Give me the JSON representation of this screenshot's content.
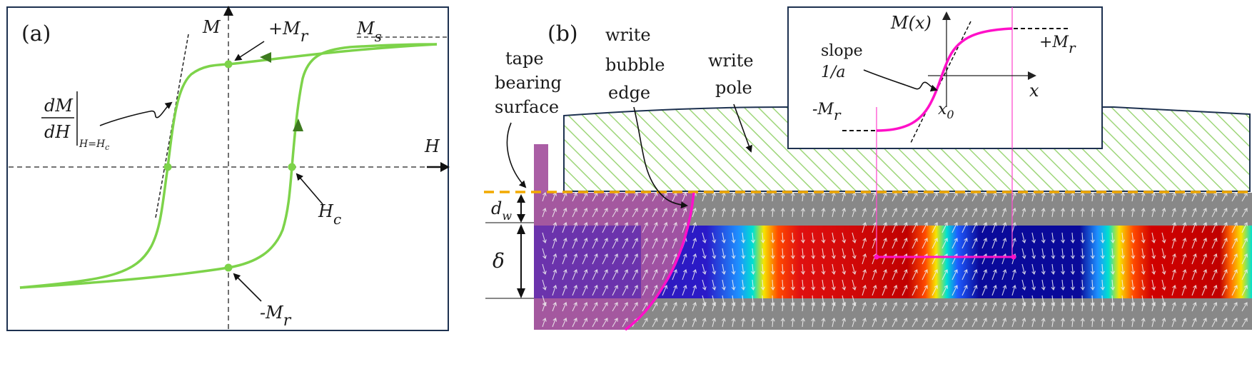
{
  "panel_a": {
    "label": "(a)",
    "axis_m": "M",
    "axis_h": "H",
    "plus_mr": "+M",
    "minus_mr": "-M",
    "sub_r": "r",
    "ms": "M",
    "sub_s": "s",
    "hc": "H",
    "sub_c": "c",
    "dm_num": "dM",
    "dm_den": "dH",
    "dm_cond": "H=H",
    "dm_cond_sub": "c",
    "colors": {
      "curve": "#7dd34a",
      "arrow": "#3d7a1f",
      "dot": "#7dd34a"
    }
  },
  "panel_b": {
    "label": "(b)",
    "tape_bearing": [
      "tape",
      "bearing",
      "surface"
    ],
    "write_bubble": [
      "write",
      "bubble",
      "edge"
    ],
    "write_pole": [
      "write",
      "pole"
    ],
    "dw": "d",
    "dw_sub": "w",
    "delta": "δ",
    "colors": {
      "pole_hatch": "#9ed67a",
      "bubble": "#a555a0",
      "gray": "#888888",
      "dashed_line": "#f2a900",
      "edge_curve": "#ff10c8"
    },
    "inset": {
      "title": "M(x)",
      "x_label": "x",
      "x0": "x",
      "x0_sub": "0",
      "plus_mr": "+M",
      "minus_mr": "-M",
      "sub_r": "r",
      "slope_1": "slope",
      "slope_2": "1/a"
    }
  }
}
